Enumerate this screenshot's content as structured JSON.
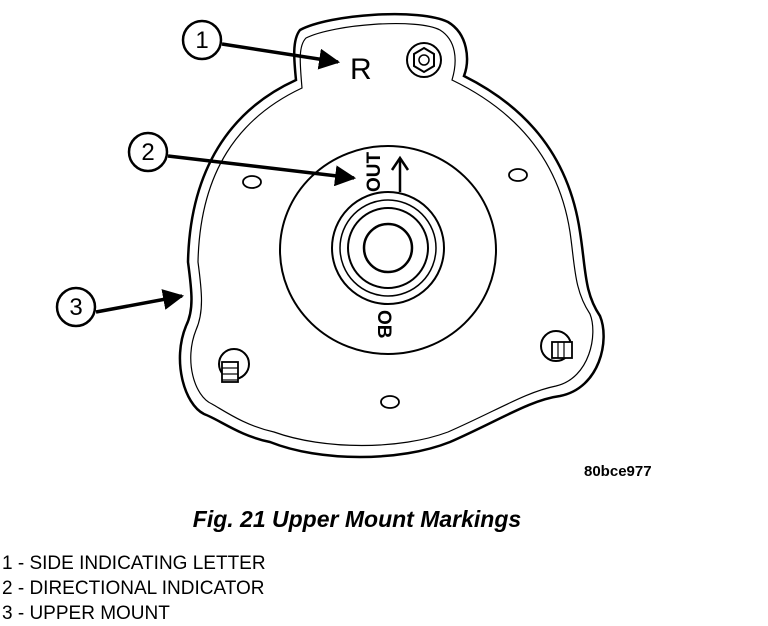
{
  "figure": {
    "marks": {
      "side_letter": "R",
      "direction_label": "OUT",
      "lower_mark": "OB"
    },
    "callouts": [
      "1",
      "2",
      "3"
    ],
    "image_code": "80bce977"
  },
  "caption": "Fig. 21 Upper Mount Markings",
  "legend": [
    "1 - SIDE INDICATING LETTER",
    "2 - DIRECTIONAL INDICATOR",
    "3 - UPPER MOUNT"
  ]
}
